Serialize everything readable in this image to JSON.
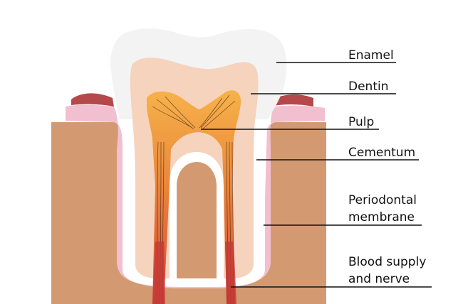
{
  "labels": {
    "enamel": "Enamel",
    "dentin": "Dentin",
    "pulp": "Pulp",
    "cementum": "Cementum",
    "periodontal_line1": "Periodontal",
    "periodontal_line2": "membrane",
    "blood_line1": "Blood supply",
    "blood_line2": "and nerve"
  },
  "colors": {
    "bone": "#d39a72",
    "gum_pink": "#f2bfd0",
    "gum_red": "#b4484a",
    "enamel": "#f3f3f4",
    "dentin": "#f6d3bd",
    "pulp": "#f0a04a",
    "nerve": "#c43a36",
    "line": "#111111"
  }
}
